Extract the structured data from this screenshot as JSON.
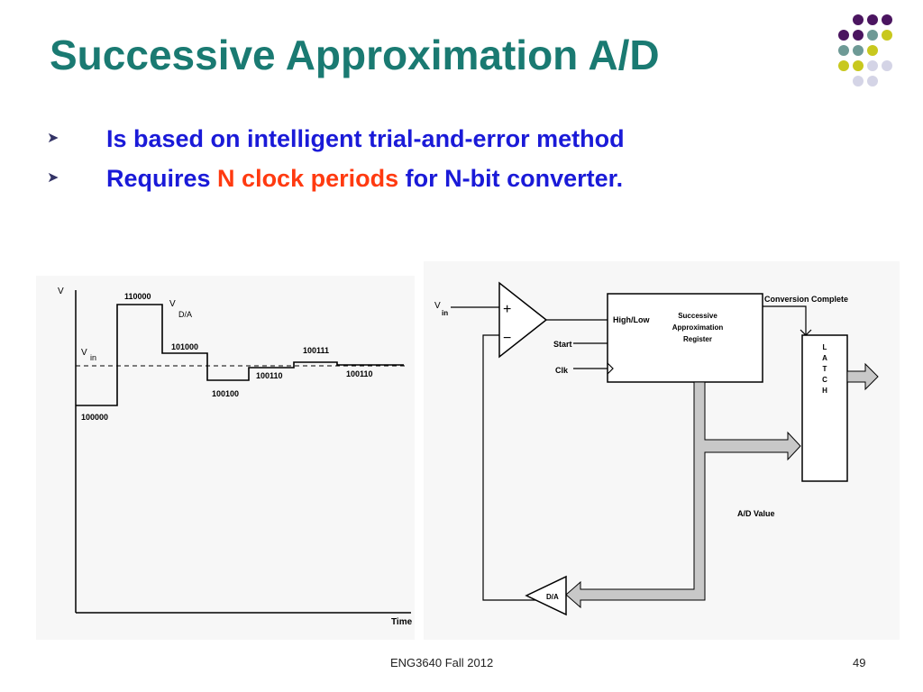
{
  "slide": {
    "title": "Successive Approximation A/D",
    "bullets": [
      {
        "parts": [
          {
            "text": "Is based on intelligent trial-and-error method",
            "highlight": false
          }
        ]
      },
      {
        "parts": [
          {
            "text": "Requires ",
            "highlight": false
          },
          {
            "text": "N clock periods",
            "highlight": true
          },
          {
            "text": " for N-bit converter.",
            "highlight": false
          }
        ]
      }
    ]
  },
  "waveform": {
    "axis_v": "V",
    "axis_time": "Time",
    "vin_label": "V",
    "vin_sub": "in",
    "vda_label": "V",
    "vda_sub": "D/A",
    "steps": [
      "100000",
      "110000",
      "101000",
      "100100",
      "100110",
      "100111",
      "100110"
    ]
  },
  "block_diagram": {
    "vin_label": "V",
    "vin_sub": "in",
    "plus": "+",
    "minus": "−",
    "high_low": "High/Low",
    "start": "Start",
    "clk": "Clk",
    "sar_line1": "Successive",
    "sar_line2": "Approximation",
    "sar_line3": "Register",
    "conversion_complete": "Conversion Complete",
    "latch_letters": [
      "L",
      "A",
      "T",
      "C",
      "H"
    ],
    "ad_value": "A/D Value",
    "dac": "D/A"
  },
  "footer": {
    "course": "ENG3640 Fall 2012",
    "page": "49"
  },
  "colors": {
    "title": "#1a7a72",
    "bullet": "#1a1ad8",
    "highlight": "#ff3a10",
    "dot_purple": "#4b1560",
    "dot_teal": "#6e9a96",
    "dot_yellow": "#c8c81e",
    "dot_lilac": "#d4d4e6"
  }
}
